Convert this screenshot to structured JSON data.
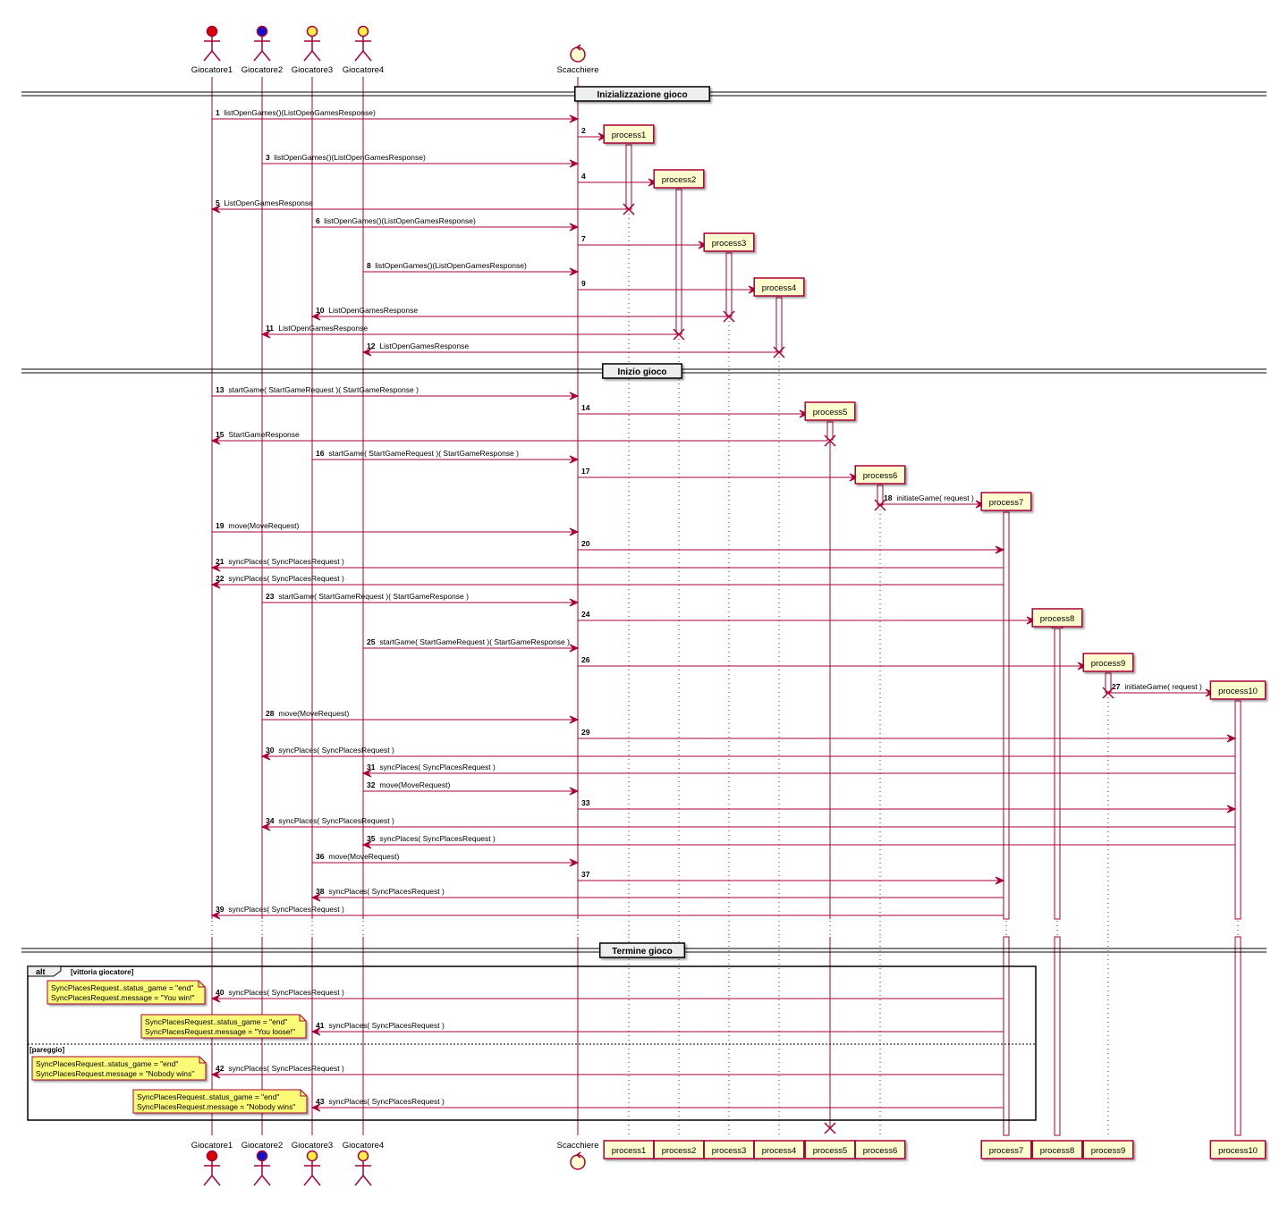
{
  "colors": {
    "line": "#A80036",
    "participant_fill": "#FEFECE",
    "participant_border": "#A80036",
    "note_fill": "#FBFB77",
    "giocatore1": "#DD0000",
    "giocatore2": "#1111CC",
    "giocatore3": "#FFEE44",
    "giocatore4": "#FFEE44"
  },
  "participants": [
    {
      "id": "g1",
      "label": "Giocatore1",
      "kind": "actor",
      "color": "#DD0000"
    },
    {
      "id": "g2",
      "label": "Giocatore2",
      "kind": "actor",
      "color": "#1111CC"
    },
    {
      "id": "g3",
      "label": "Giocatore3",
      "kind": "actor",
      "color": "#FFEE44"
    },
    {
      "id": "g4",
      "label": "Giocatore4",
      "kind": "actor",
      "color": "#FFEE44"
    },
    {
      "id": "sc",
      "label": "Scacchiere",
      "kind": "control"
    },
    {
      "id": "p1",
      "label": "process1",
      "kind": "process"
    },
    {
      "id": "p2",
      "label": "process2",
      "kind": "process"
    },
    {
      "id": "p3",
      "label": "process3",
      "kind": "process"
    },
    {
      "id": "p4",
      "label": "process4",
      "kind": "process"
    },
    {
      "id": "p5",
      "label": "process5",
      "kind": "process"
    },
    {
      "id": "p6",
      "label": "process6",
      "kind": "process"
    },
    {
      "id": "p7",
      "label": "process7",
      "kind": "process"
    },
    {
      "id": "p8",
      "label": "process8",
      "kind": "process"
    },
    {
      "id": "p9",
      "label": "process9",
      "kind": "process"
    },
    {
      "id": "p10",
      "label": "process10",
      "kind": "process"
    }
  ],
  "dividers": [
    {
      "label": "Inizializzazione gioco"
    },
    {
      "label": "Inizio gioco"
    },
    {
      "label": "Termine gioco"
    }
  ],
  "messages": [
    {
      "n": "1",
      "text": "listOpenGames()(ListOpenGamesResponse)"
    },
    {
      "n": "2",
      "text": ""
    },
    {
      "n": "3",
      "text": "listOpenGames()(ListOpenGamesResponse)"
    },
    {
      "n": "4",
      "text": ""
    },
    {
      "n": "5",
      "text": "ListOpenGamesResponse"
    },
    {
      "n": "6",
      "text": "listOpenGames()(ListOpenGamesResponse)"
    },
    {
      "n": "7",
      "text": ""
    },
    {
      "n": "8",
      "text": "listOpenGames()(ListOpenGamesResponse)"
    },
    {
      "n": "9",
      "text": ""
    },
    {
      "n": "10",
      "text": "ListOpenGamesResponse"
    },
    {
      "n": "11",
      "text": "ListOpenGamesResponse"
    },
    {
      "n": "12",
      "text": "ListOpenGamesResponse"
    },
    {
      "n": "13",
      "text": "startGame( StartGameRequest )( StartGameResponse )"
    },
    {
      "n": "14",
      "text": ""
    },
    {
      "n": "15",
      "text": "StartGameResponse"
    },
    {
      "n": "16",
      "text": "startGame( StartGameRequest )( StartGameResponse )"
    },
    {
      "n": "17",
      "text": ""
    },
    {
      "n": "18",
      "text": "initiateGame( request )"
    },
    {
      "n": "19",
      "text": "move(MoveRequest)"
    },
    {
      "n": "20",
      "text": ""
    },
    {
      "n": "21",
      "text": "syncPlaces( SyncPlacesRequest )"
    },
    {
      "n": "22",
      "text": "syncPlaces( SyncPlacesRequest )"
    },
    {
      "n": "23",
      "text": "startGame( StartGameRequest )( StartGameResponse )"
    },
    {
      "n": "24",
      "text": ""
    },
    {
      "n": "25",
      "text": "startGame( StartGameRequest )( StartGameResponse )"
    },
    {
      "n": "26",
      "text": ""
    },
    {
      "n": "27",
      "text": "initiateGame( request )"
    },
    {
      "n": "28",
      "text": "move(MoveRequest)"
    },
    {
      "n": "29",
      "text": ""
    },
    {
      "n": "30",
      "text": "syncPlaces( SyncPlacesRequest )"
    },
    {
      "n": "31",
      "text": "syncPlaces( SyncPlacesRequest )"
    },
    {
      "n": "32",
      "text": "move(MoveRequest)"
    },
    {
      "n": "33",
      "text": ""
    },
    {
      "n": "34",
      "text": "syncPlaces( SyncPlacesRequest )"
    },
    {
      "n": "35",
      "text": "syncPlaces( SyncPlacesRequest )"
    },
    {
      "n": "36",
      "text": "move(MoveRequest)"
    },
    {
      "n": "37",
      "text": ""
    },
    {
      "n": "38",
      "text": "syncPlaces( SyncPlacesRequest )"
    },
    {
      "n": "39",
      "text": "syncPlaces( SyncPlacesRequest )"
    },
    {
      "n": "40",
      "text": "syncPlaces( SyncPlacesRequest )"
    },
    {
      "n": "41",
      "text": "syncPlaces( SyncPlacesRequest )"
    },
    {
      "n": "42",
      "text": "syncPlaces( SyncPlacesRequest )"
    },
    {
      "n": "43",
      "text": "syncPlaces( SyncPlacesRequest )"
    }
  ],
  "alt": {
    "label": "alt",
    "guard1": "[vittoria giocatore]",
    "guard2": "[pareggio]"
  },
  "notes": [
    {
      "line1": "SyncPlacesRequest..status_game = \"end\"",
      "line2": "SyncPlacesRequest.message = \"You win!\""
    },
    {
      "line1": "SyncPlacesRequest..status_game = \"end\"",
      "line2": "SyncPlacesRequest.message = \"You loose!\""
    },
    {
      "line1": "SyncPlacesRequest..status_game = \"end\"",
      "line2": "SyncPlacesRequest.message = \"Nobody wins\""
    },
    {
      "line1": "SyncPlacesRequest..status_game = \"end\"",
      "line2": "SyncPlacesRequest.message = \"Nobody wins\""
    }
  ]
}
